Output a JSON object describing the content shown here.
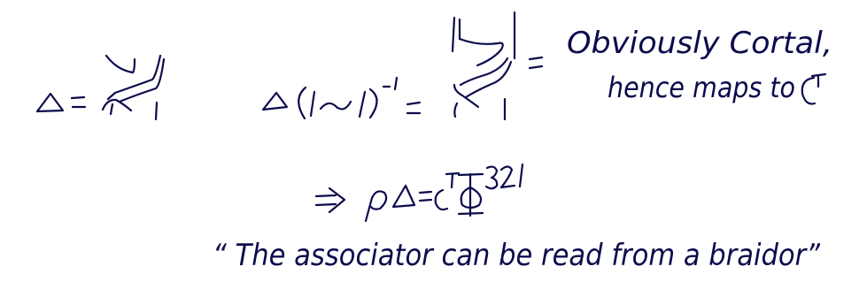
{
  "ink_color": "#0b0b4d",
  "note_line1": "Obviously Cortal,",
  "note_line2": "hence maps to",
  "result_lhs": "ρΔ =",
  "result_superscript": "321",
  "quote": "“ The associator can be read from a braidor”"
}
